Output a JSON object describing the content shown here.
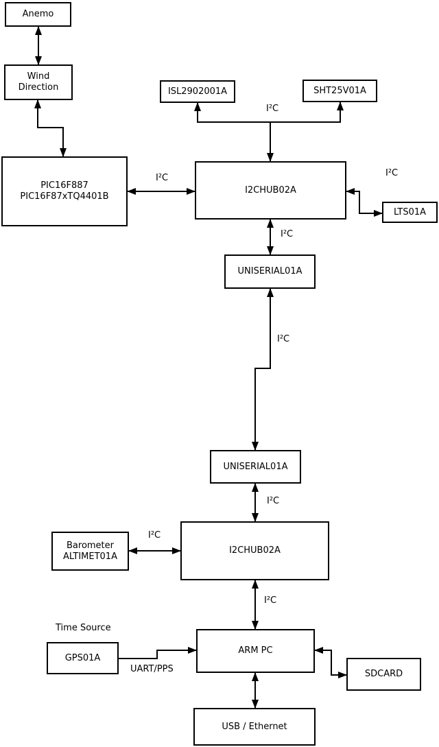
{
  "diagram": {
    "nodes": {
      "anemo": {
        "label": "Anemo"
      },
      "wind_direction": {
        "line1": "Wind",
        "line2": "Direction"
      },
      "pic": {
        "line1": "PIC16F887",
        "line2": "PIC16F87xTQ4401B"
      },
      "isl2902001a": {
        "label": "ISL2902001A"
      },
      "sht25v01a": {
        "label": "SHT25V01A"
      },
      "i2chub_upper": {
        "label": "I2CHUB02A"
      },
      "lts01a": {
        "label": "LTS01A"
      },
      "uniserial_upper": {
        "label": "UNISERIAL01A"
      },
      "uniserial_lower": {
        "label": "UNISERIAL01A"
      },
      "i2chub_lower": {
        "label": "I2CHUB02A"
      },
      "barometer": {
        "line1": "Barometer",
        "line2": "ALTIMET01A"
      },
      "arm_pc": {
        "label": "ARM PC"
      },
      "gps01a": {
        "label": "GPS01A"
      },
      "sdcard": {
        "label": "SDCARD"
      },
      "usb_ethernet": {
        "label": "USB / Ethernet"
      }
    },
    "edge_labels": {
      "i2c_pic_hub": "I²C",
      "i2c_sensor_bus": "I²C",
      "i2c_lts": "I²C",
      "i2c_hub_uniserial": "I²C",
      "i2c_long_link": "I²C",
      "i2c_uniserial_hub": "I²C",
      "i2c_barometer": "I²C",
      "i2c_hub_armpc": "I²C",
      "time_source": "Time Source",
      "uart_pps": "UART/PPS"
    },
    "colors": {
      "line": "#000000",
      "box_border": "#000000",
      "box_fill": "#ffffff",
      "background": "#ffffff",
      "text": "#000000"
    }
  }
}
